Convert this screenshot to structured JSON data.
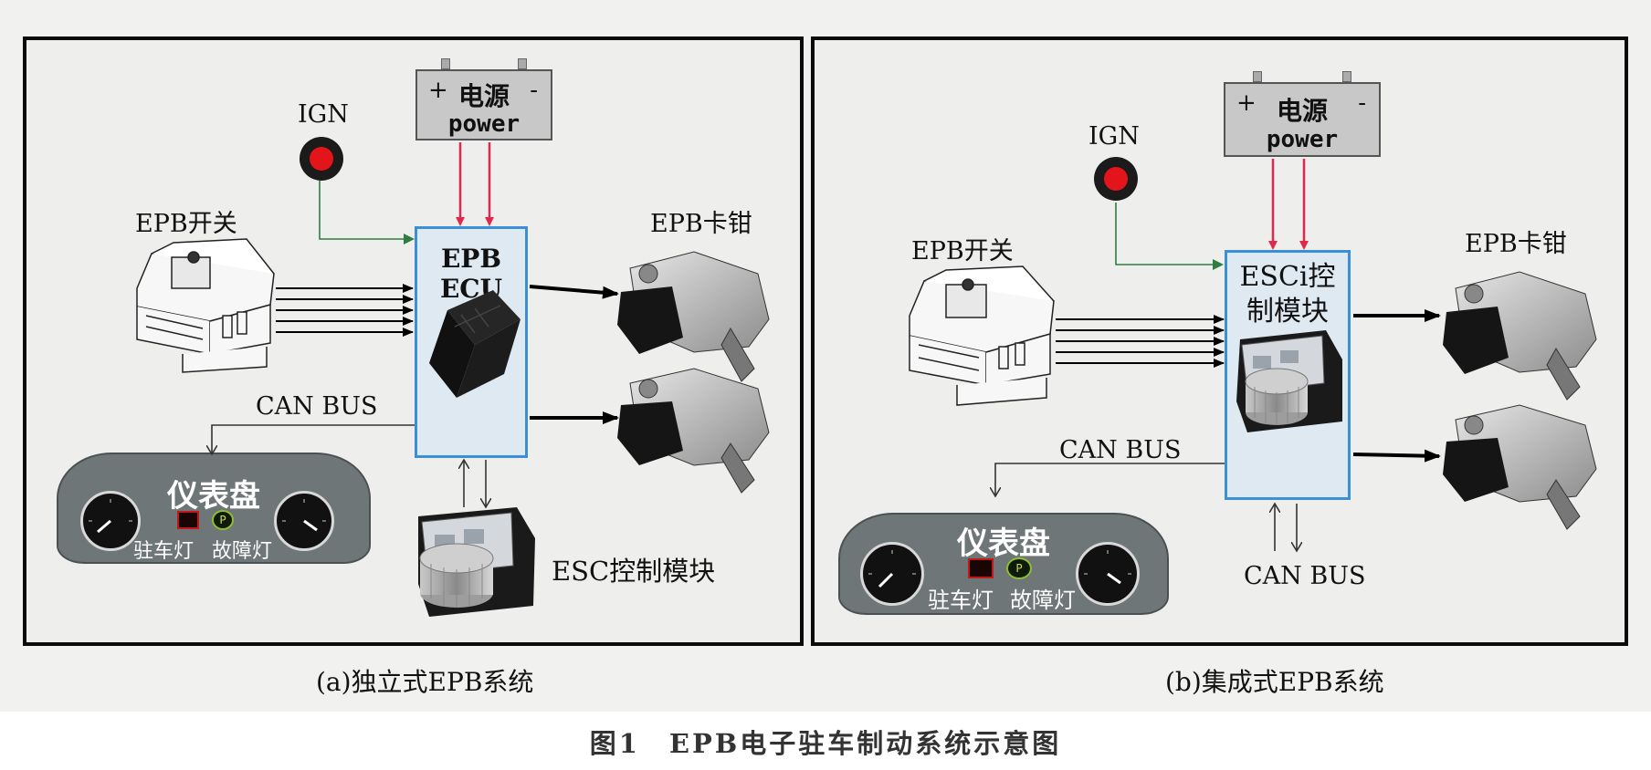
{
  "panel_a": {
    "power": {
      "plus": "+",
      "minus": "-",
      "label_zh": "电源",
      "label_en": "power"
    },
    "ign": "IGN",
    "switch": "EPB开关",
    "ecu": "EPB ECU",
    "caliper": "EPB卡钳",
    "can_bus": "CAN BUS",
    "cluster": {
      "title": "仪表盘",
      "park_light": "驻车灯",
      "fault_light": "故障灯",
      "p_symbol": "P"
    },
    "esc": "ESC控制模块",
    "caption": "(a)独立式EPB系统"
  },
  "panel_b": {
    "power": {
      "plus": "+",
      "minus": "-",
      "label_zh": "电源",
      "label_en": "power"
    },
    "ign": "IGN",
    "switch": "EPB开关",
    "module_line1": "ESCi控",
    "module_line2": "制模块",
    "caliper": "EPB卡钳",
    "can_bus": "CAN BUS",
    "can_bus_bottom": "CAN BUS",
    "cluster": {
      "title": "仪表盘",
      "park_light": "驻车灯",
      "fault_light": "故障灯",
      "p_symbol": "P"
    },
    "caption": "(b)集成式EPB系统"
  },
  "figure_caption": "图1　EPB电子驻车制动系统示意图",
  "colors": {
    "power_arrow": "#e0284a",
    "ecu_border": "#3b8fd6",
    "signal": "#2f7d43"
  }
}
